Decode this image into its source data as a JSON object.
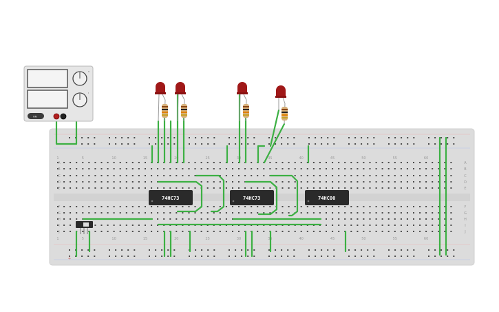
{
  "canvas": {
    "background": "#ffffff",
    "board_color": "#dcdcdc",
    "wire_color": "#3cb043",
    "led_color": "#a01818"
  },
  "breadboard": {
    "column_numbers": [
      "1",
      "5",
      "10",
      "15",
      "20",
      "25",
      "30",
      "35",
      "40",
      "45",
      "50",
      "55",
      "60"
    ],
    "row_letters_top": [
      "A",
      "B",
      "C",
      "D",
      "E"
    ],
    "row_letters_bottom": [
      "F",
      "G",
      "H",
      "I",
      "J"
    ]
  },
  "chips": [
    {
      "label": "74HC73"
    },
    {
      "label": "74HC73"
    },
    {
      "label": "74HC00"
    }
  ],
  "switch": {
    "label": "▯▯",
    "state": "off"
  },
  "power_supply": {
    "button_label": "ON",
    "knob_labels": [
      "V",
      "I"
    ]
  },
  "leds": [
    {
      "name": "led-1",
      "color": "red"
    },
    {
      "name": "led-2",
      "color": "red"
    },
    {
      "name": "led-3",
      "color": "red"
    },
    {
      "name": "led-4",
      "color": "red"
    }
  ]
}
